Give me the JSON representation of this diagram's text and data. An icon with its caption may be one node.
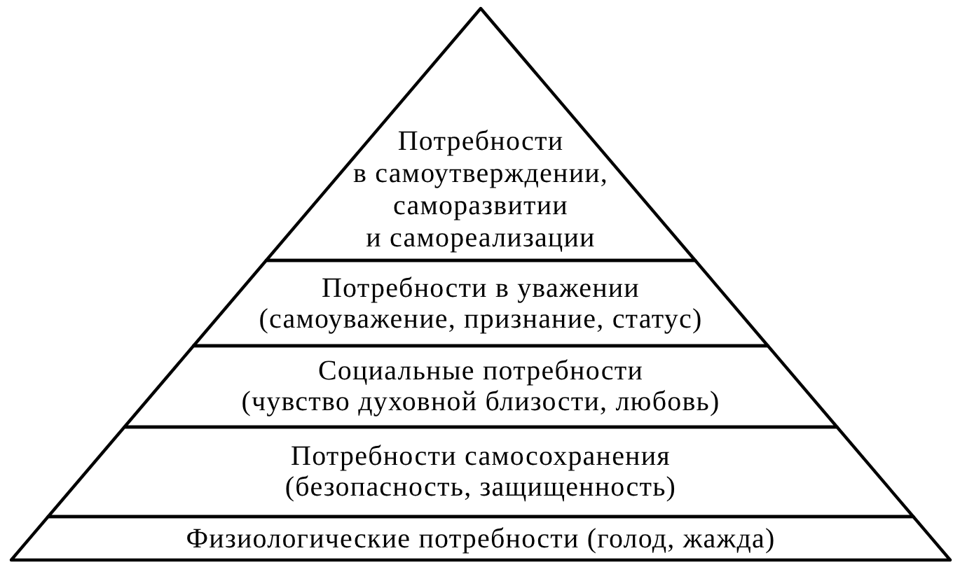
{
  "diagram": {
    "nodes": [
      {
        "text": [
          "Потребности в самоутверждении, саморазвитии и самореализации"
        ]
      },
      {
        "text": [
          "Потребности в уважении",
          "(самоуважение, признание, статус)"
        ]
      },
      {
        "text": [
          "Социальные потребности",
          "(чувство духовной близости, любовь)"
        ]
      },
      {
        "text": [
          "Потребности самосохранения",
          "(безопасность, защищенность)"
        ]
      },
      {
        "text": [
          "Физиологические потребности (голод, жажда)"
        ]
      }
    ]
  }
}
